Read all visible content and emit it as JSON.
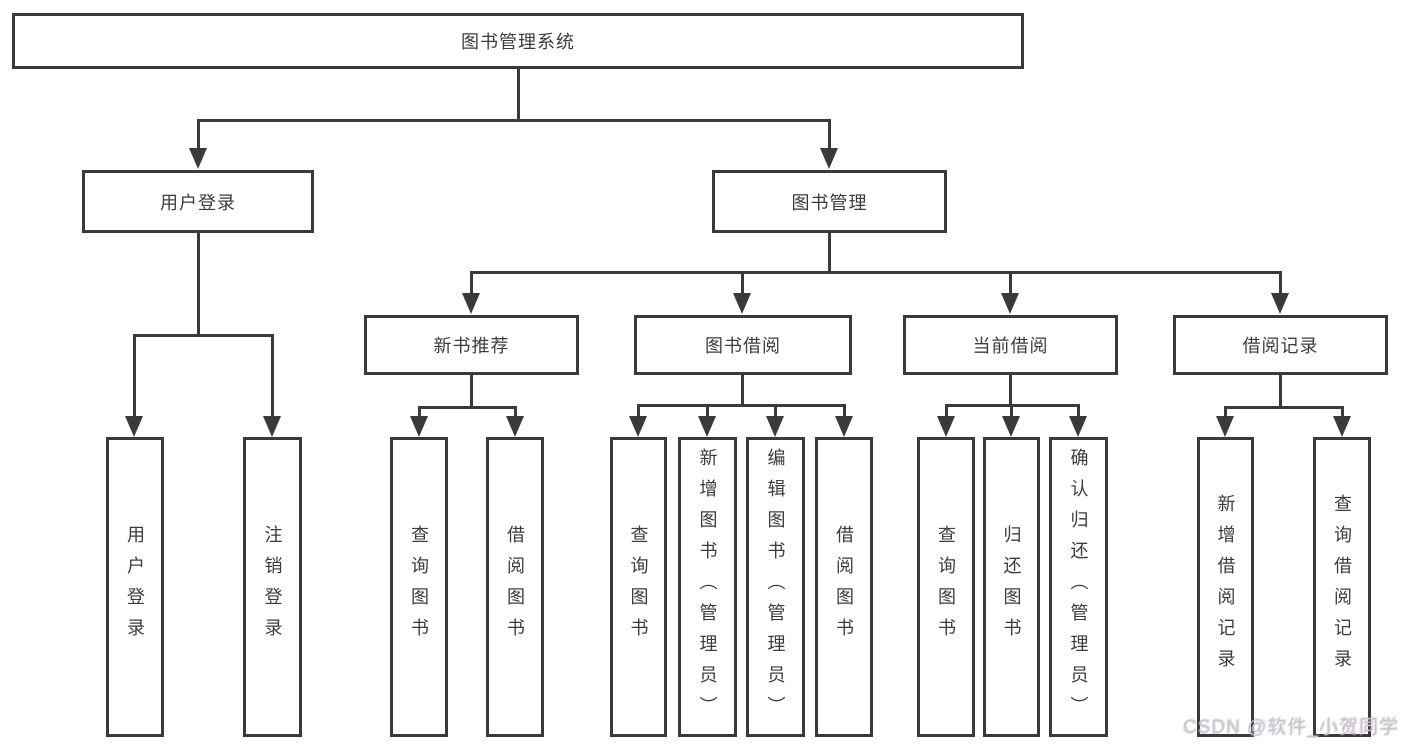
{
  "tree": {
    "root": "图书管理系统",
    "children": [
      {
        "label": "用户登录",
        "children": [
          "用户登录",
          "注销登录"
        ]
      },
      {
        "label": "图书管理",
        "children": [
          {
            "label": "新书推荐",
            "children": [
              "查询图书",
              "借阅图书"
            ]
          },
          {
            "label": "图书借阅",
            "children": [
              "查询图书",
              "新增图书（管理员）",
              "编辑图书（管理员）",
              "借阅图书"
            ]
          },
          {
            "label": "当前借阅",
            "children": [
              "查询图书",
              "归还图书",
              "确认归还（管理员）"
            ]
          },
          {
            "label": "借阅记录",
            "children": [
              "新增借阅记录",
              "查询借阅记录"
            ]
          }
        ]
      }
    ]
  },
  "colors": {
    "line": "#3a3a3a",
    "text": "#3c3c3c",
    "background": "#ffffff",
    "watermark": "#c7c7c7"
  },
  "watermark": "CSDN @软件_小贺同学"
}
